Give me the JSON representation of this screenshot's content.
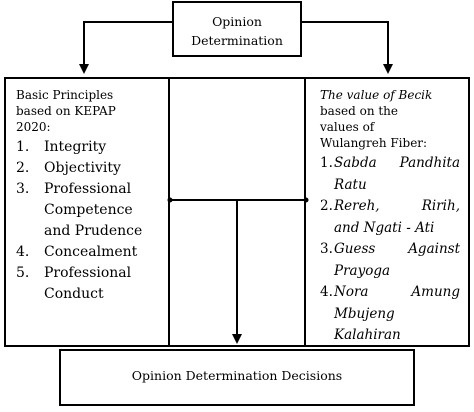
{
  "top": {
    "label_line1": "Opinion",
    "label_line2": "Determination"
  },
  "left": {
    "intro_line1": "Basic Principles",
    "intro_line2": "based on KEPAP",
    "intro_line3": "2020:",
    "items": [
      {
        "num": "1.",
        "lines": [
          "Integrity"
        ]
      },
      {
        "num": "2.",
        "lines": [
          "Objectivity"
        ]
      },
      {
        "num": "3.",
        "lines": [
          "Professional",
          "Competence",
          "and Prudence"
        ]
      },
      {
        "num": "4.",
        "lines": [
          "Concealment"
        ]
      },
      {
        "num": "5.",
        "lines": [
          "Professional",
          "Conduct"
        ]
      }
    ]
  },
  "right": {
    "intro_italic": "The value of Becik",
    "intro_line2": "based on the",
    "intro_line3": "values of",
    "intro_line4": "Wulangreh Fiber:",
    "items": [
      {
        "num": "1.",
        "lines": [
          [
            "Sabda",
            "Pandhita"
          ],
          [
            "Ratu"
          ]
        ]
      },
      {
        "num": "2.",
        "lines": [
          [
            "Rereh,",
            "Ririh,"
          ],
          [
            "and Ngati - Ati"
          ]
        ]
      },
      {
        "num": "3.",
        "lines": [
          [
            "Guess",
            "Against"
          ],
          [
            "Prayoga"
          ]
        ]
      },
      {
        "num": "4.",
        "lines": [
          [
            "Nora",
            "Amung"
          ],
          [
            "Mbujeng"
          ],
          [
            "Kalahiran"
          ]
        ]
      }
    ]
  },
  "bottom": {
    "label": "Opinion Determination Decisions"
  }
}
